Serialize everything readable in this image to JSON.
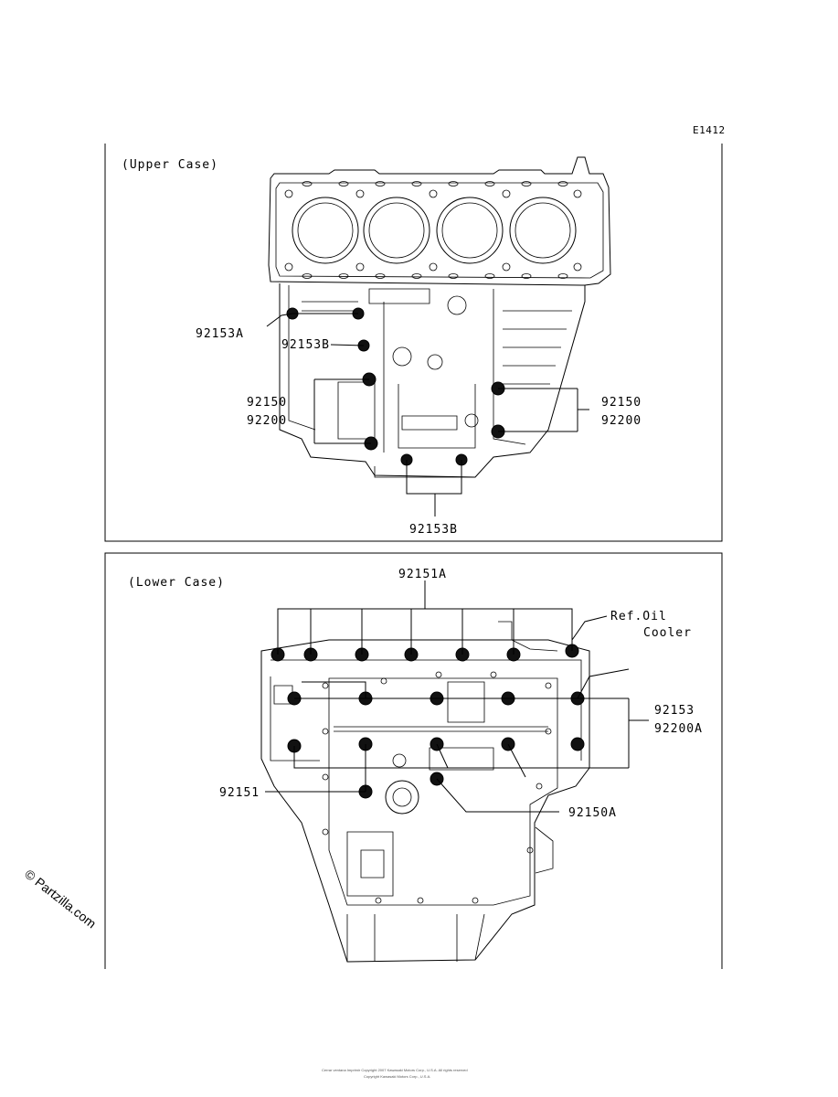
{
  "diagram_code": "E1412",
  "upper": {
    "title": "(Upper Case)",
    "labels": {
      "l92153A": "92153A",
      "l92153B_left": "92153B",
      "left_a": "92150",
      "left_b": "92200",
      "right_a": "92150",
      "right_b": "92200",
      "bottom": "92153B"
    }
  },
  "lower": {
    "title": "(Lower Case)",
    "labels": {
      "top": "92151A",
      "ref_line1": "Ref.Oil",
      "ref_line2": "Cooler",
      "right_a": "92153",
      "right_b": "92200A",
      "left": "92151",
      "bottom_right": "92150A"
    }
  },
  "watermark": "© Partzilla.com",
  "footer_line1": "Cerrar ventana  Imprimir  Copyright  2007  Kawasaki Motors Corp., U.S.A.  All rights reserved",
  "footer_line2": "Copyright  Kawasaki Motors Corp., U.S.A."
}
